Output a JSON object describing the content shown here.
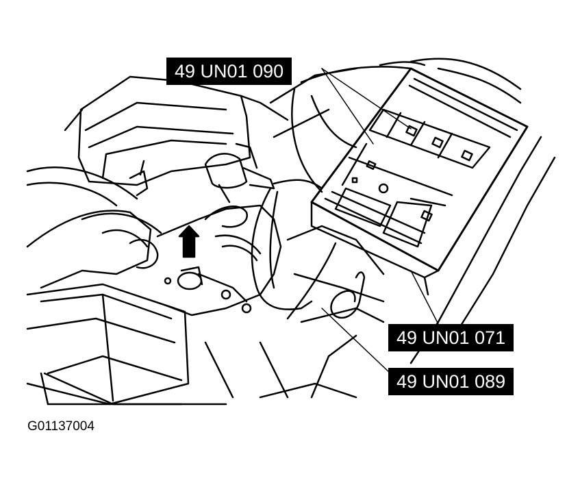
{
  "callouts": {
    "tool_090": "49 UN01 090",
    "tool_071": "49 UN01 071",
    "tool_089": "49 UN01 089"
  },
  "figure_id": "G01137004",
  "colors": {
    "ink": "#000000",
    "paper": "#ffffff",
    "callout_bg": "#000000",
    "callout_text": "#ffffff"
  }
}
